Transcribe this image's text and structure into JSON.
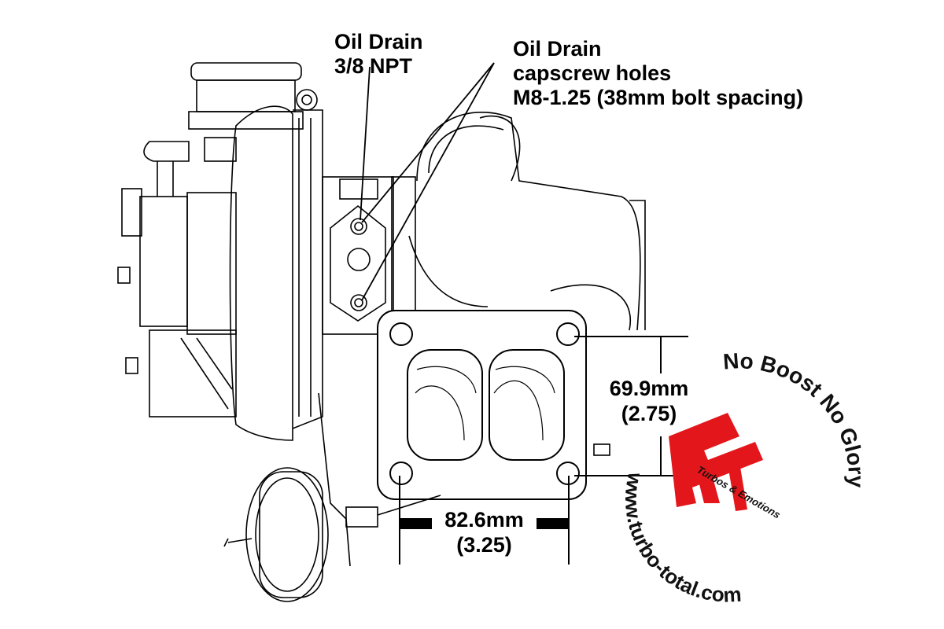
{
  "callouts": {
    "oil_drain": {
      "line1": "Oil Drain",
      "line2": "3/8 NPT"
    },
    "capscrew": {
      "line1": "Oil Drain",
      "line2": "capscrew holes",
      "line3": "M8-1.25 (38mm bolt spacing)"
    }
  },
  "dimensions": {
    "height": {
      "mm": "69.9mm",
      "inch": "(2.75)"
    },
    "width": {
      "mm": "82.6mm",
      "inch": "(3.25)"
    }
  },
  "watermark": {
    "brand_initials": "TT",
    "tagline": "Turbos & Emotions",
    "slogan": "No Boost No Glory",
    "url": "www.turbo-total.com",
    "color": "#e3171b"
  }
}
